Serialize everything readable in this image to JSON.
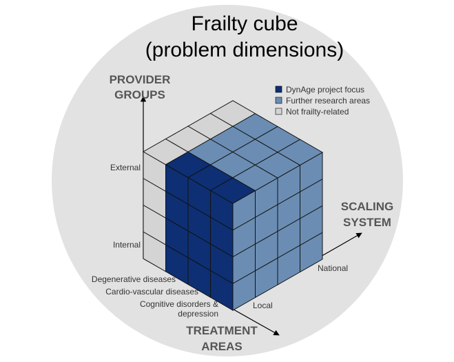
{
  "title": {
    "line1": "Frailty cube",
    "line2": "(problem dimensions)"
  },
  "axes": {
    "provider": {
      "title_line1": "PROVIDER",
      "title_line2": "GROUPS",
      "ticks": [
        "External",
        "Internal"
      ]
    },
    "scaling": {
      "title_line1": "SCALING",
      "title_line2": "SYSTEM",
      "ticks": [
        "National",
        "Local"
      ]
    },
    "treatment": {
      "title_line1": "TREATMENT",
      "title_line2": "AREAS",
      "ticks": [
        "Degenerative diseases",
        "Cardio-vascular diseases",
        "Cognitive disorders &",
        "depression"
      ]
    }
  },
  "legend": [
    {
      "label": "DynAge project focus",
      "color": "#0e2f73"
    },
    {
      "label": "Further research  areas",
      "color": "#6b8db3"
    },
    {
      "label": "Not frailty-related",
      "color": "#d4d4d4"
    }
  ],
  "colors": {
    "background_circle": "#e2e2e2",
    "focus": "#0e2f73",
    "research": "#6b8db3",
    "not_related": "#d4d4d4"
  }
}
